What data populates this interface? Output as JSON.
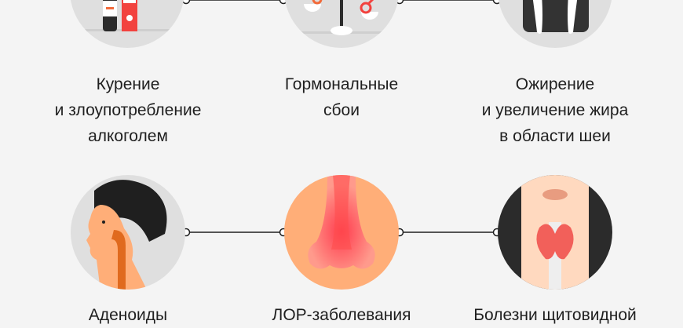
{
  "top_row": [
    {
      "caption_lines": [
        "Курение",
        "и злоупотребление",
        "алкоголем"
      ],
      "icon": "bottle-and-cigarettes"
    },
    {
      "caption_lines": [
        "Гормональные",
        "сбои"
      ],
      "icon": "scales-with-gender-symbols"
    },
    {
      "caption_lines": [
        "Ожирение",
        "и увеличение жира",
        "в области шеи"
      ],
      "icon": "weight-scale"
    }
  ],
  "bottom_row": [
    {
      "caption_lines": [
        "Аденоиды"
      ],
      "icon": "head-profile-airway"
    },
    {
      "caption_lines": [
        "ЛОР-заболевания"
      ],
      "icon": "nose-inflamed"
    },
    {
      "caption_lines": [
        "Болезни щитовидной"
      ],
      "icon": "thyroid-gland"
    }
  ],
  "colors": {
    "accent": "#f2423e",
    "peach": "#ffae78",
    "grey_circle": "#dfdfdf",
    "background": "#f4f4f4"
  }
}
